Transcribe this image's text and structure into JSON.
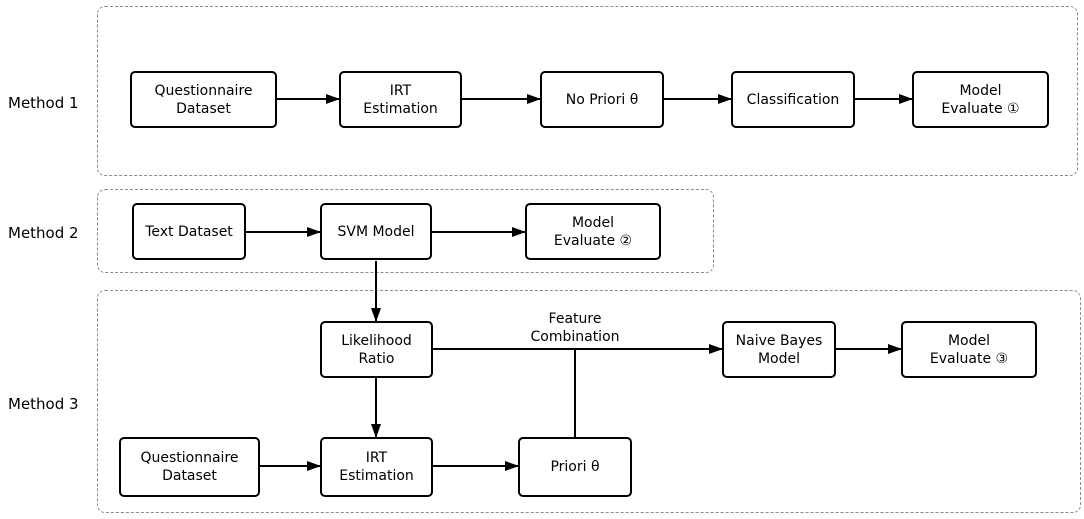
{
  "methods": {
    "m1": "Method 1",
    "m2": "Method 2",
    "m3": "Method 3"
  },
  "nodes": {
    "m1_questionnaire": "Questionnaire\nDataset",
    "m1_irt": "IRT\nEstimation",
    "m1_no_priori": "No Priori θ",
    "m1_classification": "Classification",
    "m1_evaluate": "Model\nEvaluate ①",
    "m2_text": "Text Dataset",
    "m2_svm": "SVM Model",
    "m2_evaluate": "Model\nEvaluate ②",
    "m3_likelihood": "Likelihood\nRatio",
    "m3_naive_bayes": "Naive Bayes\nModel",
    "m3_evaluate": "Model\nEvaluate ③",
    "m3_questionnaire": "Questionnaire\nDataset",
    "m3_irt": "IRT\nEstimation",
    "m3_priori": "Priori θ"
  },
  "edge_labels": {
    "feature_combination": "Feature\nCombination"
  },
  "colors": {
    "box_border": "#000000",
    "dashed_border": "#8a8a8a",
    "arrow": "#000000"
  }
}
